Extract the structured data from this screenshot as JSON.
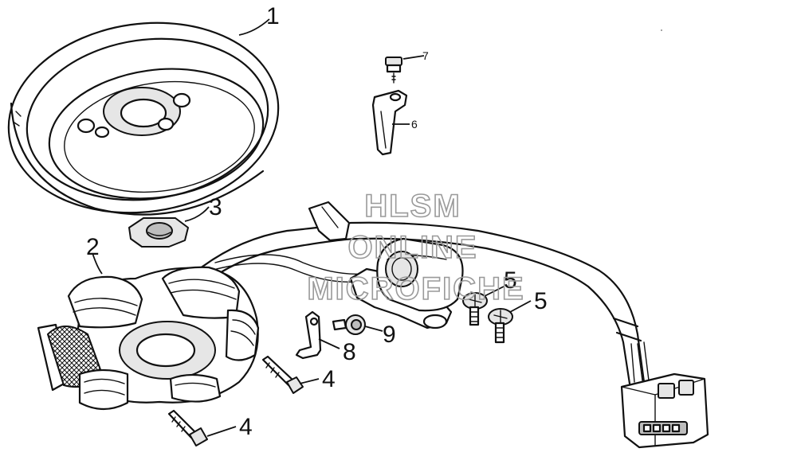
{
  "callouts": {
    "c1": "1",
    "c2": "2",
    "c3": "3",
    "c4a": "4",
    "c4b": "4",
    "c5a": "5",
    "c5b": "5",
    "c6": "6",
    "c7": "7",
    "c8": "8",
    "c9": "9"
  },
  "watermark": {
    "line1": "HLSM",
    "line2": "ONLINE",
    "line3": "MICROFICHE"
  },
  "colors": {
    "line": "#111111",
    "background": "#ffffff",
    "watermark": "#9a9a9a"
  }
}
